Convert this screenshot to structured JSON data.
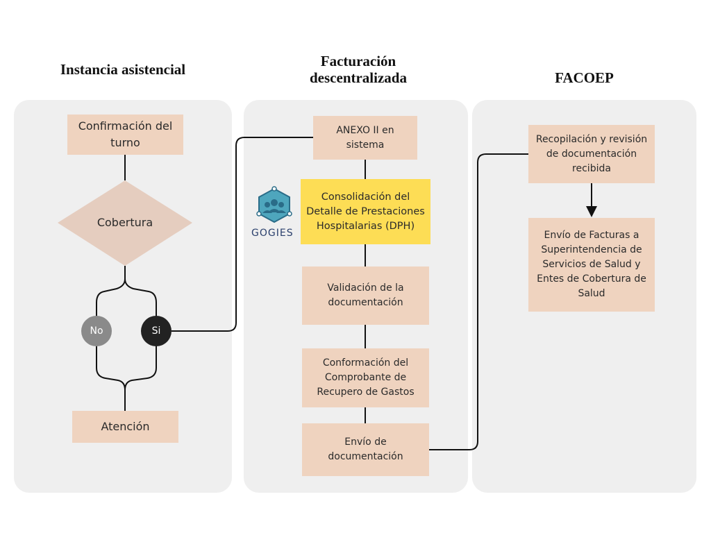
{
  "columns": [
    {
      "title": "Instancia asistencial"
    },
    {
      "title": "Facturación descentralizada"
    },
    {
      "title": "FACOEP"
    }
  ],
  "nodes": {
    "confirmacion": "Confirmación del turno",
    "cobertura": "Cobertura",
    "no": "No",
    "si": "Si",
    "atencion": "Atención",
    "anexo": "ANEXO II en sistema",
    "consolidacion": "Consolidación del Detalle de Prestaciones Hospitalarias (DPH)",
    "validacion": "Validación de la documentación",
    "conformacion": "Conformación del Comprobante de Recupero de Gastos",
    "envio_doc": "Envío de documentación",
    "recopilacion": "Recopilación y revisión de documentación recibida",
    "envio_facturas": "Envío de Facturas a Superintendencia de Servicios de Salud y Entes de Cobertura de Salud"
  },
  "logo": {
    "text": "GOGIES",
    "icon": "people-group-icon"
  },
  "colors": {
    "lane": "#efefef",
    "box": "#efd3bf",
    "highlight": "#fddd55",
    "diamond": "#e5cdbf",
    "no_circle": "#8a8a8a",
    "si_circle": "#222222"
  }
}
